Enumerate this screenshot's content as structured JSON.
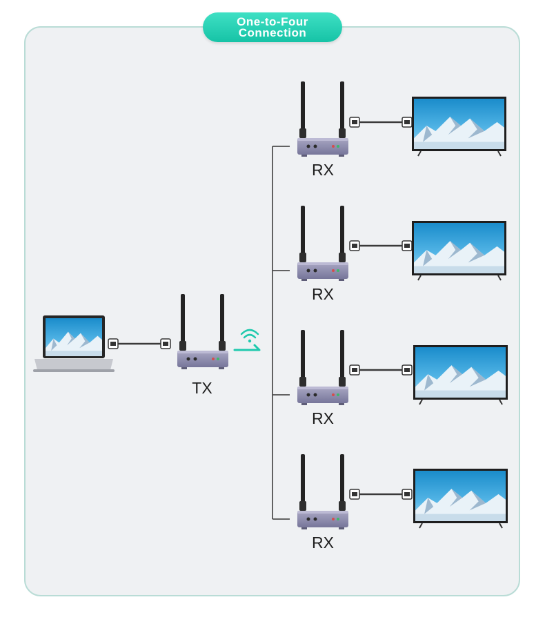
{
  "title": {
    "line1": "One-to-Four",
    "line2": "Connection"
  },
  "transmitter": {
    "label": "TX"
  },
  "receivers": [
    {
      "label": "RX"
    },
    {
      "label": "RX"
    },
    {
      "label": "RX"
    },
    {
      "label": "RX"
    }
  ],
  "icons": {
    "source": "laptop-icon",
    "signal": "wifi-signal-icon",
    "cable": "hdmi-cable-icon",
    "display": "tv-icon",
    "device": "wireless-extender-icon"
  },
  "colors": {
    "accent": "#1fc9ad",
    "border": "#b9dcd6",
    "panel": "#eff1f3"
  }
}
